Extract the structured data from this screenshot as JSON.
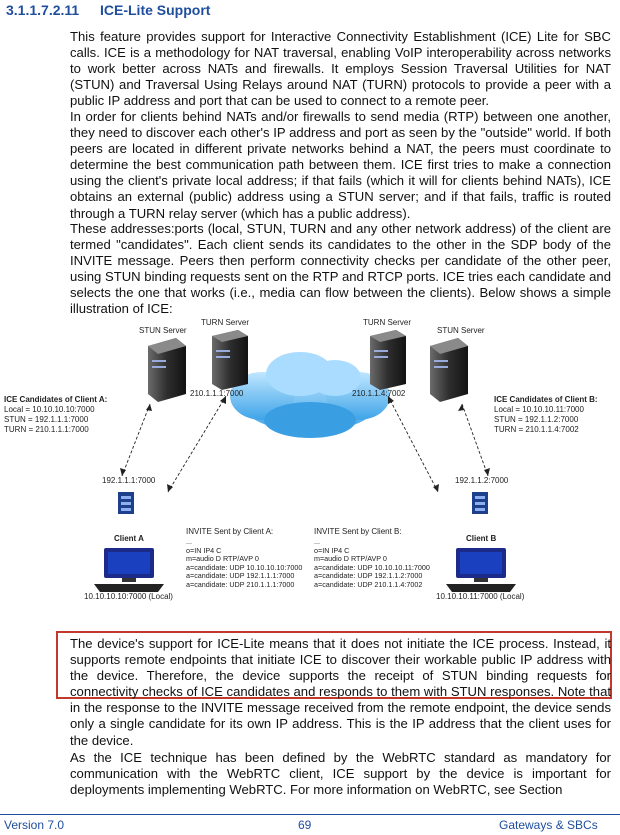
{
  "section": {
    "number": "3.1.1.7.2.11",
    "title": "ICE-Lite Support"
  },
  "paragraphs": [
    "This feature provides support for Interactive Connectivity Establishment (ICE) Lite for SBC calls. ICE is a methodology for NAT traversal, enabling VoIP interoperability across networks to work better across NATs and firewalls. It employs Session Traversal Utilities for NAT (STUN) and Traversal Using Relays around NAT (TURN) protocols to provide a peer with a public IP address and port that can be used to connect to a remote peer.",
    "In order for clients behind NATs and/or firewalls to send media (RTP) between one another, they need to discover each other's IP address and port as seen by the \"outside\" world. If both peers are located in different private networks behind a NAT, the peers must coordinate to determine the best communication path between them. ICE first tries to make a connection using the client's private local address; if that fails (which it will for clients behind NATs), ICE obtains an external (public) address using a STUN server; and if that fails, traffic is routed through a TURN relay server (which has a public address).",
    "These addresses:ports (local, STUN, TURN and any other network address) of the client are termed \"candidates\". Each client sends its candidates to the other in the SDP body of the INVITE message. Peers then perform connectivity checks per candidate of the other peer, using STUN binding requests sent on the RTP and RTCP ports. ICE tries each candidate and selects the one that works (i.e., media can flow between the clients). Below shows a simple illustration of ICE:",
    "The device's support for ICE-Lite means that it does not initiate the ICE process. Instead, it supports remote endpoints that initiate ICE to discover their workable public IP address with the device. Therefore, the device supports the receipt of STUN binding requests for connectivity checks of ICE candidates and responds to them with STUN responses. Note that in the response to the INVITE message received from the remote endpoint, the device sends only a single candidate for its own IP address. This is the IP address that the client uses for the device.",
    "As the ICE technique has been defined by the WebRTC standard as mandatory for communication with the WebRTC client, ICE support by the device is important for deployments implementing WebRTC. For more information on WebRTC, see Section"
  ],
  "diagram": {
    "left": {
      "stun_label": "STUN Server",
      "turn_label": "TURN Server",
      "turn_addr": "210.1.1.1:7000",
      "nat_addr": "192.1.1.1:7000",
      "client_label": "Client A",
      "client_addr": "10.10.10.10:7000 (Local)",
      "candidates_title": "ICE Candidates of Client A:",
      "candidates": [
        "Local = 10.10.10.10:7000",
        "STUN = 192.1.1.1:7000",
        "TURN = 210.1.1.1:7000"
      ],
      "invite_title": "INVITE Sent by Client A:",
      "invite_lines": [
        "...",
        "o=IN IP4 C",
        "m=audio D RTP/AVP 0",
        "a=candidate: UDP 10.10.10.10:7000",
        "a=candidate: UDP 192.1.1.1:7000",
        "a=candidate: UDP 210.1.1.1:7000"
      ]
    },
    "right": {
      "stun_label": "STUN Server",
      "turn_label": "TURN Server",
      "turn_addr": "210.1.1.4:7002",
      "nat_addr": "192.1.1.2:7000",
      "client_label": "Client B",
      "client_addr": "10.10.10.11:7000 (Local)",
      "candidates_title": "ICE Candidates of Client B:",
      "candidates": [
        "Local = 10.10.10.11:7000",
        "STUN = 192.1.1.2:7000",
        "TURN = 210.1.1.4:7002"
      ],
      "invite_title": "INVITE Sent by Client B:",
      "invite_lines": [
        "...",
        "o=IN IP4 C",
        "m=audio D RTP/AVP 0",
        "a=candidate: UDP 10.10.10.11:7000",
        "a=candidate: UDP 192.1.1.2:7000",
        "a=candidate: UDP 210.1.1.4:7002"
      ]
    }
  },
  "footer": {
    "version": "Version 7.0",
    "page": "69",
    "product": "Gateways & SBCs"
  },
  "colors": {
    "heading": "#1f4e9c",
    "highlight_border": "#c0392b"
  }
}
